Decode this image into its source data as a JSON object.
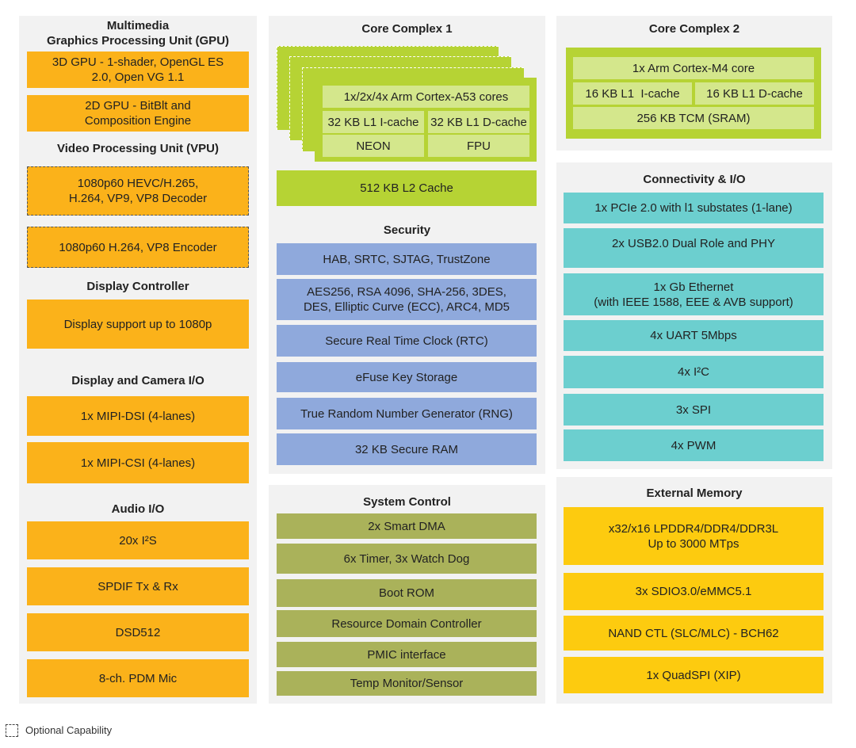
{
  "left": {
    "multimedia_title": "Multimedia\nGraphics Processing Unit (GPU)",
    "gpu3d": "3D GPU - 1-shader, OpenGL ES\n2.0, Open VG 1.1",
    "gpu2d": "2D GPU - BitBlt and\nComposition Engine",
    "vpu_title": "Video Processing Unit (VPU)",
    "decoder": "1080p60 HEVC/H.265,\nH.264, VP9, VP8 Decoder",
    "encoder": "1080p60 H.264, VP8 Encoder",
    "display_title": "Display Controller",
    "display": "Display support up to 1080p",
    "dcio_title": "Display and Camera I/O",
    "dsi": "1x MIPI-DSI (4-lanes)",
    "csi": "1x MIPI-CSI (4-lanes)",
    "audio_title": "Audio I/O",
    "audio": [
      "20x I²S",
      "SPDIF Tx & Rx",
      "DSD512",
      "8-ch. PDM Mic"
    ]
  },
  "core1": {
    "title": "Core Complex 1",
    "cores": "1x/2x/4x Arm Cortex-A53 cores",
    "icache": "32 KB L1 I-cache",
    "dcache": "32 KB L1 D-cache",
    "neon": "NEON",
    "fpu": "FPU",
    "l2": "512 KB L2 Cache"
  },
  "security": {
    "title": "Security",
    "items": [
      "HAB, SRTC, SJTAG, TrustZone",
      "AES256, RSA 4096, SHA-256, 3DES,\nDES, Elliptic Curve (ECC), ARC4, MD5",
      "Secure Real Time Clock (RTC)",
      "eFuse Key Storage",
      "True Random Number Generator (RNG)",
      "32 KB Secure RAM"
    ]
  },
  "system": {
    "title": "System Control",
    "items": [
      "2x Smart DMA",
      "6x Timer, 3x Watch Dog",
      "Boot ROM",
      "Resource Domain Controller",
      "PMIC interface",
      "Temp Monitor/Sensor"
    ]
  },
  "core2": {
    "title": "Core Complex 2",
    "core": "1x Arm Cortex-M4 core",
    "icache": "16 KB L1  I-cache",
    "dcache": "16 KB L1 D-cache",
    "tcm": "256 KB TCM (SRAM)"
  },
  "connectivity": {
    "title": "Connectivity & I/O",
    "items": [
      "1x PCIe 2.0 with l1 substates (1-lane)",
      "2x USB2.0 Dual Role and PHY",
      "1x Gb Ethernet\n(with IEEE 1588, EEE & AVB support)",
      "4x UART 5Mbps",
      "4x I²C",
      "3x SPI",
      "4x PWM"
    ]
  },
  "memory": {
    "title": "External Memory",
    "items": [
      "x32/x16 LPDDR4/DDR4/DDR3L\nUp to 3000 MTps",
      "3x SDIO3.0/eMMC5.1",
      "NAND CTL (SLC/MLC) - BCH62",
      "1x QuadSPI (XIP)"
    ]
  },
  "legend": {
    "optional": "Optional Capability"
  },
  "colors": {
    "multimedia": "#fbb21a",
    "core": "#b6d334",
    "security": "#8fa9dc",
    "system": "#aab25a",
    "connectivity": "#6ccfcf",
    "memory": "#fdcb0f"
  }
}
